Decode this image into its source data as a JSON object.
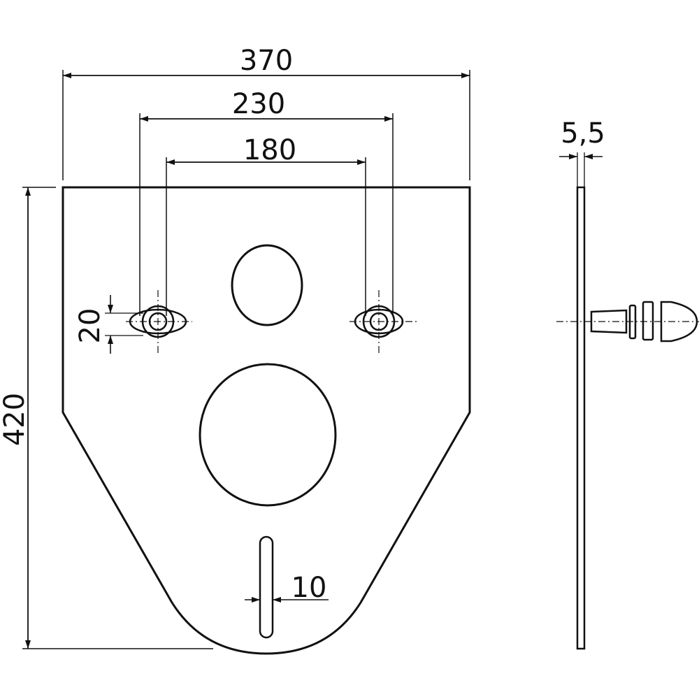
{
  "dimensions": {
    "total_width": "370",
    "outer_mount_spacing": "230",
    "inner_mount_spacing": "180",
    "height": "420",
    "hole_offset": "20",
    "slot_width": "10",
    "thickness": "5,5"
  },
  "colors": {
    "line": "#111111",
    "background": "#ffffff"
  }
}
